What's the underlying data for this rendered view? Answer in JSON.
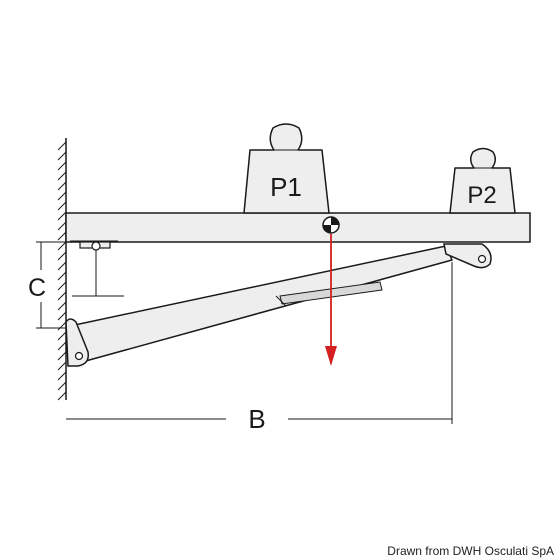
{
  "labels": {
    "weight_1": "P1",
    "weight_2": "P2",
    "dimension_b": "B",
    "dimension_c": "C"
  },
  "credit": "Drawn from DWH Osculati SpA",
  "colors": {
    "line": "#1a1a1a",
    "fill": "#eeeeee",
    "force_arrow": "#d42020"
  }
}
